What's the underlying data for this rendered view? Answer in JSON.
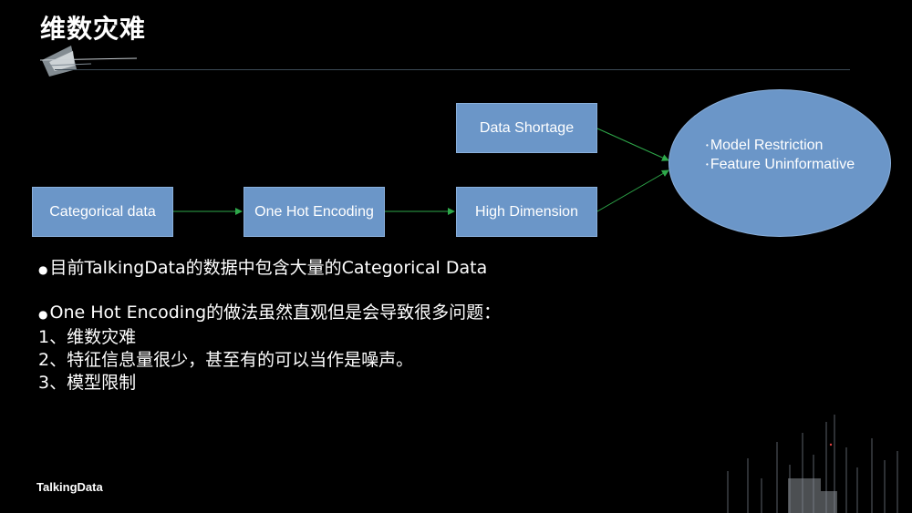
{
  "slide": {
    "title": "维数灾难"
  },
  "diagram": {
    "nodes": {
      "categorical": "Categorical data",
      "onehot": "One Hot Encoding",
      "high_dim": "High Dimension",
      "shortage": "Data Shortage"
    },
    "ellipse": {
      "lines": [
        "Model Restriction",
        "Feature Uninformative"
      ]
    },
    "colors": {
      "box_fill": "#6b96c8",
      "arrow": "#2ea84a"
    }
  },
  "content": {
    "bullet_1": "目前TalkingData的数据中包含大量的Categorical Data",
    "bullet_2": "One Hot Encoding的做法虽然直观但是会导致很多问题：",
    "items": [
      "1、维数灾难",
      "2、特征信息量很少，甚至有的可以当作是噪声。",
      "3、模型限制"
    ]
  },
  "footer": {
    "brand": "TalkingData"
  }
}
